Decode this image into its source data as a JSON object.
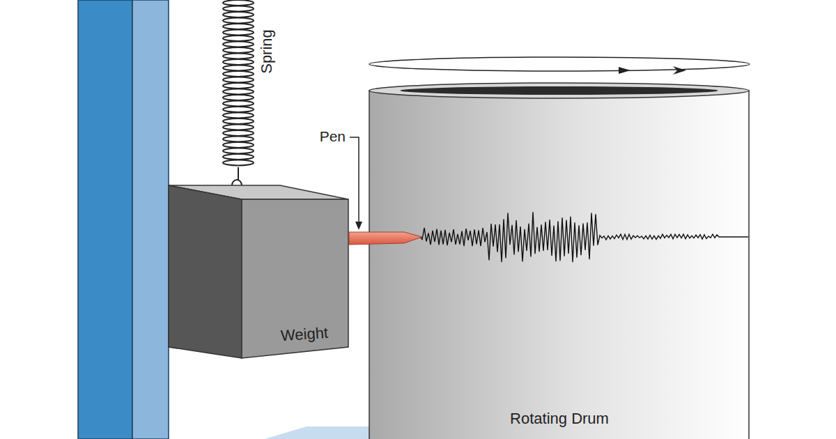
{
  "diagram": {
    "nodes": [
      {
        "text": [
          "Weight"
        ]
      },
      {
        "text": [
          "Rotating Drum"
        ]
      }
    ],
    "labels": [
      "Spring",
      "Pen"
    ]
  }
}
